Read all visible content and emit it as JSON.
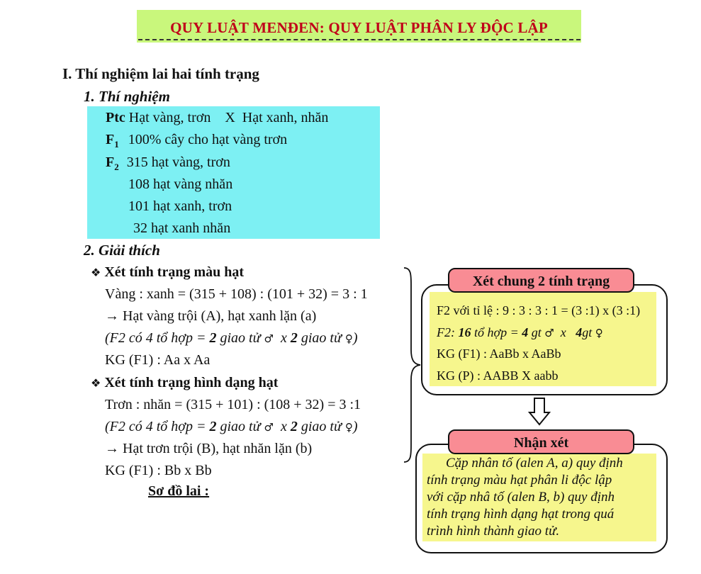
{
  "title": "QUY LUẬT MENĐEN: QUY LUẬT PHÂN LY ĐỘC LẬP",
  "section_1": "I.  Thí nghiệm lai hai tính trạng",
  "subsection_1": "1.  Thí nghiệm",
  "experiment": {
    "ptc_label": "Ptc",
    "ptc_text": "Hạt vàng, trơn    X  Hạt xanh, nhăn",
    "f1_label": "F",
    "f1_sub": "1",
    "f1_text": "100% cây cho hạt vàng trơn",
    "f2_label": "F",
    "f2_sub": "2",
    "f2_text": "315 hạt vàng, trơn",
    "f2_line2": "108 hạt vàng nhăn",
    "f2_line3": "101 hạt xanh, trơn",
    "f2_line4": "32 hạt xanh nhăn"
  },
  "subsection_2": "2. Giải thích",
  "color_trait": {
    "star": "❖",
    "heading": "Xét tính trạng màu hạt",
    "line1": "Vàng : xanh = (315 + 108) : (101 + 32) = 3 : 1",
    "line2": "→ Hạt vàng trội (A), hạt xanh lặn (a)",
    "line3_a": "(F2 có 4 tổ hợp = ",
    "line3_b": "2",
    "line3_c": " giao tử ",
    "line3_male": "♂",
    "line3_d": "  x ",
    "line3_e": "2",
    "line3_f": " giao tử ",
    "line3_female": "♀",
    "line3_g": ")",
    "line4": "KG (F1) : Aa x Aa"
  },
  "shape_trait": {
    "star": "❖",
    "heading": "Xét tính trạng hình dạng hạt",
    "line1": "Trơn : nhăn = (315 + 101) : (108 + 32) = 3 :1",
    "line2_a": "(F2 có 4 tổ hợp = ",
    "line2_b": "2",
    "line2_c": " giao tử ",
    "line2_male": "♂",
    "line2_d": "  x ",
    "line2_e": "2",
    "line2_f": " giao tử ",
    "line2_female": "♀",
    "line2_g": ")",
    "line3": "→ Hạt trơn trội (B), hạt nhăn lặn (b)",
    "line4": "KG (F1) : Bb x Bb"
  },
  "cross_diagram": "Sơ đồ lai :",
  "general_panel": {
    "title": "Xét chung 2 tính trạng",
    "line1": "F2 với tỉ lệ : 9 : 3 : 3 : 1 = (3 :1) x (3 :1)",
    "line2_a": "F2: ",
    "line2_b": "16",
    "line2_c": " tổ hợp = ",
    "line2_d": "4",
    "line2_e": " gt ",
    "line2_male": "♂",
    "line2_f": "  x   ",
    "line2_g": "4",
    "line2_h": "gt ",
    "line2_female": "♀",
    "line3": "KG (F1) : AaBb x AaBb",
    "line4": "KG (P) : AABB X aabb"
  },
  "conclusion_panel": {
    "title": "Nhận xét",
    "line1": "Cặp nhân tố (alen A, a) quy định",
    "line2": "tính trạng màu hạt phân li độc lập",
    "line3": "với cặp nhâ tố (alen B, b) quy định",
    "line4": "tính trạng hình dạng hạt trong quá",
    "line5": "trình hình thành giao tử."
  }
}
